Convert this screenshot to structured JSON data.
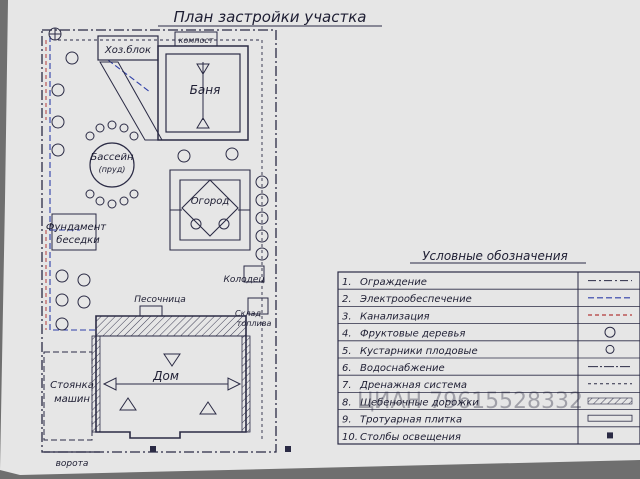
{
  "title": "План застройки участка",
  "labels": {
    "hoz_blok": "Хоз.блок",
    "kompost": "компост",
    "banya": "Баня",
    "basseyn": "Бассейн",
    "prud": "(пруд)",
    "ogorod": "Огород",
    "fundament": "Фундамент",
    "besedki": "беседки",
    "kolodets": "Колодец",
    "pesochnitsa": "Песочница",
    "sklad": "Склад",
    "toplivo": "топлива",
    "dom": "Дом",
    "stoyanka": "Стоянка",
    "mashin": "машин",
    "vorota": "ворота"
  },
  "legend": {
    "title": "Условные обозначения",
    "items": [
      {
        "num": "1.",
        "text": "Ограждение",
        "symbol": "fence-symbol"
      },
      {
        "num": "2.",
        "text": "Электрообеспечение",
        "symbol": "electric-line-symbol"
      },
      {
        "num": "3.",
        "text": "Канализация",
        "symbol": "sewer-line-symbol"
      },
      {
        "num": "4.",
        "text": "Фруктовые деревья",
        "symbol": "fruit-tree-symbol"
      },
      {
        "num": "5.",
        "text": "Кустарники плодовые",
        "symbol": "shrub-symbol"
      },
      {
        "num": "6.",
        "text": "Водоснабжение",
        "symbol": "water-line-symbol"
      },
      {
        "num": "7.",
        "text": "Дренажная система",
        "symbol": "drainage-symbol"
      },
      {
        "num": "8.",
        "text": "Щебеночные дорожки",
        "symbol": "gravel-path-symbol"
      },
      {
        "num": "9.",
        "text": "Тротуарная плитка",
        "symbol": "paving-symbol"
      },
      {
        "num": "10.",
        "text": "Столбы освещения",
        "symbol": "lamp-post-symbol"
      }
    ]
  },
  "watermark": "ЦИАН 79615528332",
  "colors": {
    "paper": "#e6e6e6",
    "ink": "#2b2b45",
    "electric": "#2f3fa8",
    "sewer": "#b23a3a",
    "background": "#6f6f6f"
  }
}
